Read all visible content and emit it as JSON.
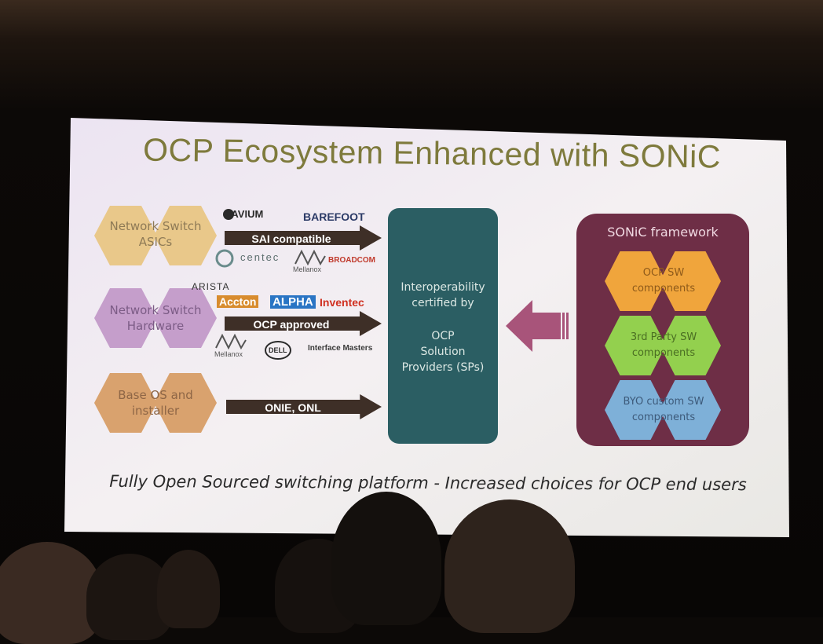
{
  "slide": {
    "title": "OCP Ecosystem Enhanced with SONiC",
    "caption": "Fully Open Sourced switching platform - Increased choices for OCP end users"
  },
  "layers": [
    {
      "label": "Network Switch ASICs",
      "color": "#e9c88a",
      "arrow": "SAI compatible",
      "vendors": [
        "CAVIUM",
        "BAREFOOT",
        "centec",
        "Mellanox",
        "BROADCOM"
      ]
    },
    {
      "label": "Network Switch Hardware",
      "color": "#c59ecb",
      "arrow": "OCP approved",
      "vendors": [
        "ARISTA",
        "Accton",
        "ALPHA",
        "Inventec",
        "Mellanox",
        "DELL",
        "Interface Masters"
      ]
    },
    {
      "label": "Base OS and installer",
      "color": "#d9a26e",
      "arrow": "ONIE, ONL",
      "vendors": []
    }
  ],
  "center_box": {
    "lines": [
      "Interoperability",
      "certified by",
      "OCP",
      "Solution",
      "Providers (SPs)"
    ]
  },
  "framework": {
    "title": "SONiC framework",
    "components": [
      {
        "label": "OCP SW components",
        "color": "#f0a53c"
      },
      {
        "label": "3rd Party SW components",
        "color": "#93d04e"
      },
      {
        "label": "BYO custom SW components",
        "color": "#7eb0d8"
      }
    ]
  },
  "colors": {
    "arrow": "#3e2f27",
    "center_box": "#2b5e63",
    "framework": "#6e2e46",
    "left_arrow": "#a8547a"
  }
}
